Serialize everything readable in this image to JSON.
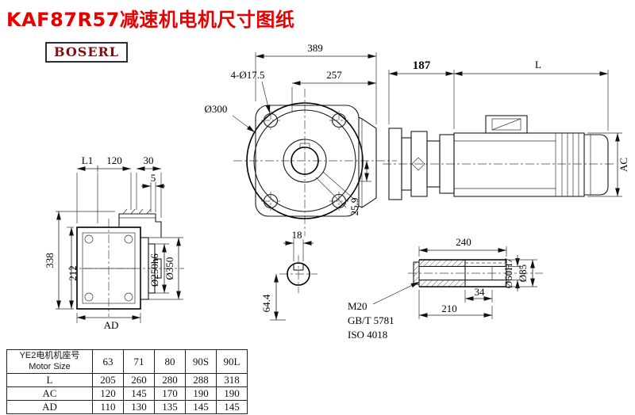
{
  "title": "KAF87R57减速机电机尺寸图纸",
  "logo": "BOSERL",
  "colors": {
    "title_red": "#e60000",
    "logo_maroon": "#7a1016",
    "line_black": "#1a1a1a"
  },
  "front_view": {
    "dim_389": "389",
    "dim_257": "257",
    "dim_holes": "4-Ø17.5",
    "dim_flange": "Ø300",
    "dim_offset": "25.9",
    "dim_18": "18",
    "dim_64_4": "64.4"
  },
  "motor_view": {
    "dim_187": "187",
    "dim_L": "L",
    "dim_AC": "AC"
  },
  "side_view": {
    "dim_L1": "L1",
    "dim_120": "120",
    "dim_30": "30",
    "dim_5": "5",
    "dim_338": "338",
    "dim_212": "212",
    "dim_AD": "AD",
    "dim_250": "Ø250h6",
    "dim_350": "Ø350"
  },
  "bolt_spec": {
    "line1": "M20",
    "line2": "GB/T 5781",
    "line3": "ISO 4018"
  },
  "shaft_detail": {
    "dim_240": "240",
    "dim_34": "34",
    "dim_210": "210",
    "dim_60": "Ø60H7",
    "dim_85": "Ø85"
  },
  "table": {
    "col0_line1": "YE2电机机座号",
    "col0_line2": "Motor Size",
    "sizes": [
      "63",
      "71",
      "80",
      "90S",
      "90L"
    ],
    "rows": [
      {
        "label": "L",
        "values": [
          "205",
          "260",
          "280",
          "288",
          "318"
        ]
      },
      {
        "label": "AC",
        "values": [
          "120",
          "145",
          "170",
          "190",
          "190"
        ]
      },
      {
        "label": "AD",
        "values": [
          "110",
          "130",
          "135",
          "145",
          "145"
        ]
      }
    ]
  }
}
